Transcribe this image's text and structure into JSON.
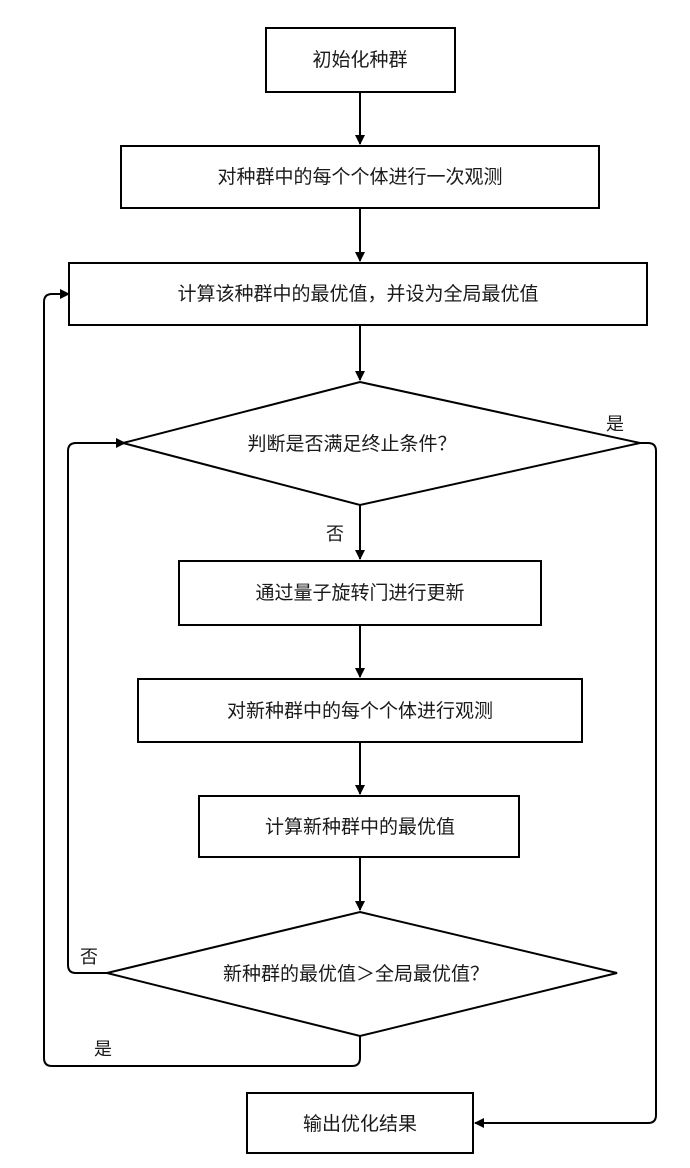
{
  "nodes": {
    "init": "初始化种群",
    "observe": "对种群中的每个个体进行一次观测",
    "compute_best": "计算该种群中的最优值，并设为全局最优值",
    "check_stop": "判断是否满足终止条件？",
    "update": "通过量子旋转门进行更新",
    "observe_new": "对新种群中的每个个体进行观测",
    "compute_new_best": "计算新种群中的最优值",
    "compare": "新种群的最优值＞全局最优值？",
    "output": "输出优化结果"
  },
  "labels": {
    "stop_yes": "是",
    "stop_no": "否",
    "compare_no": "否",
    "compare_yes": "是"
  }
}
